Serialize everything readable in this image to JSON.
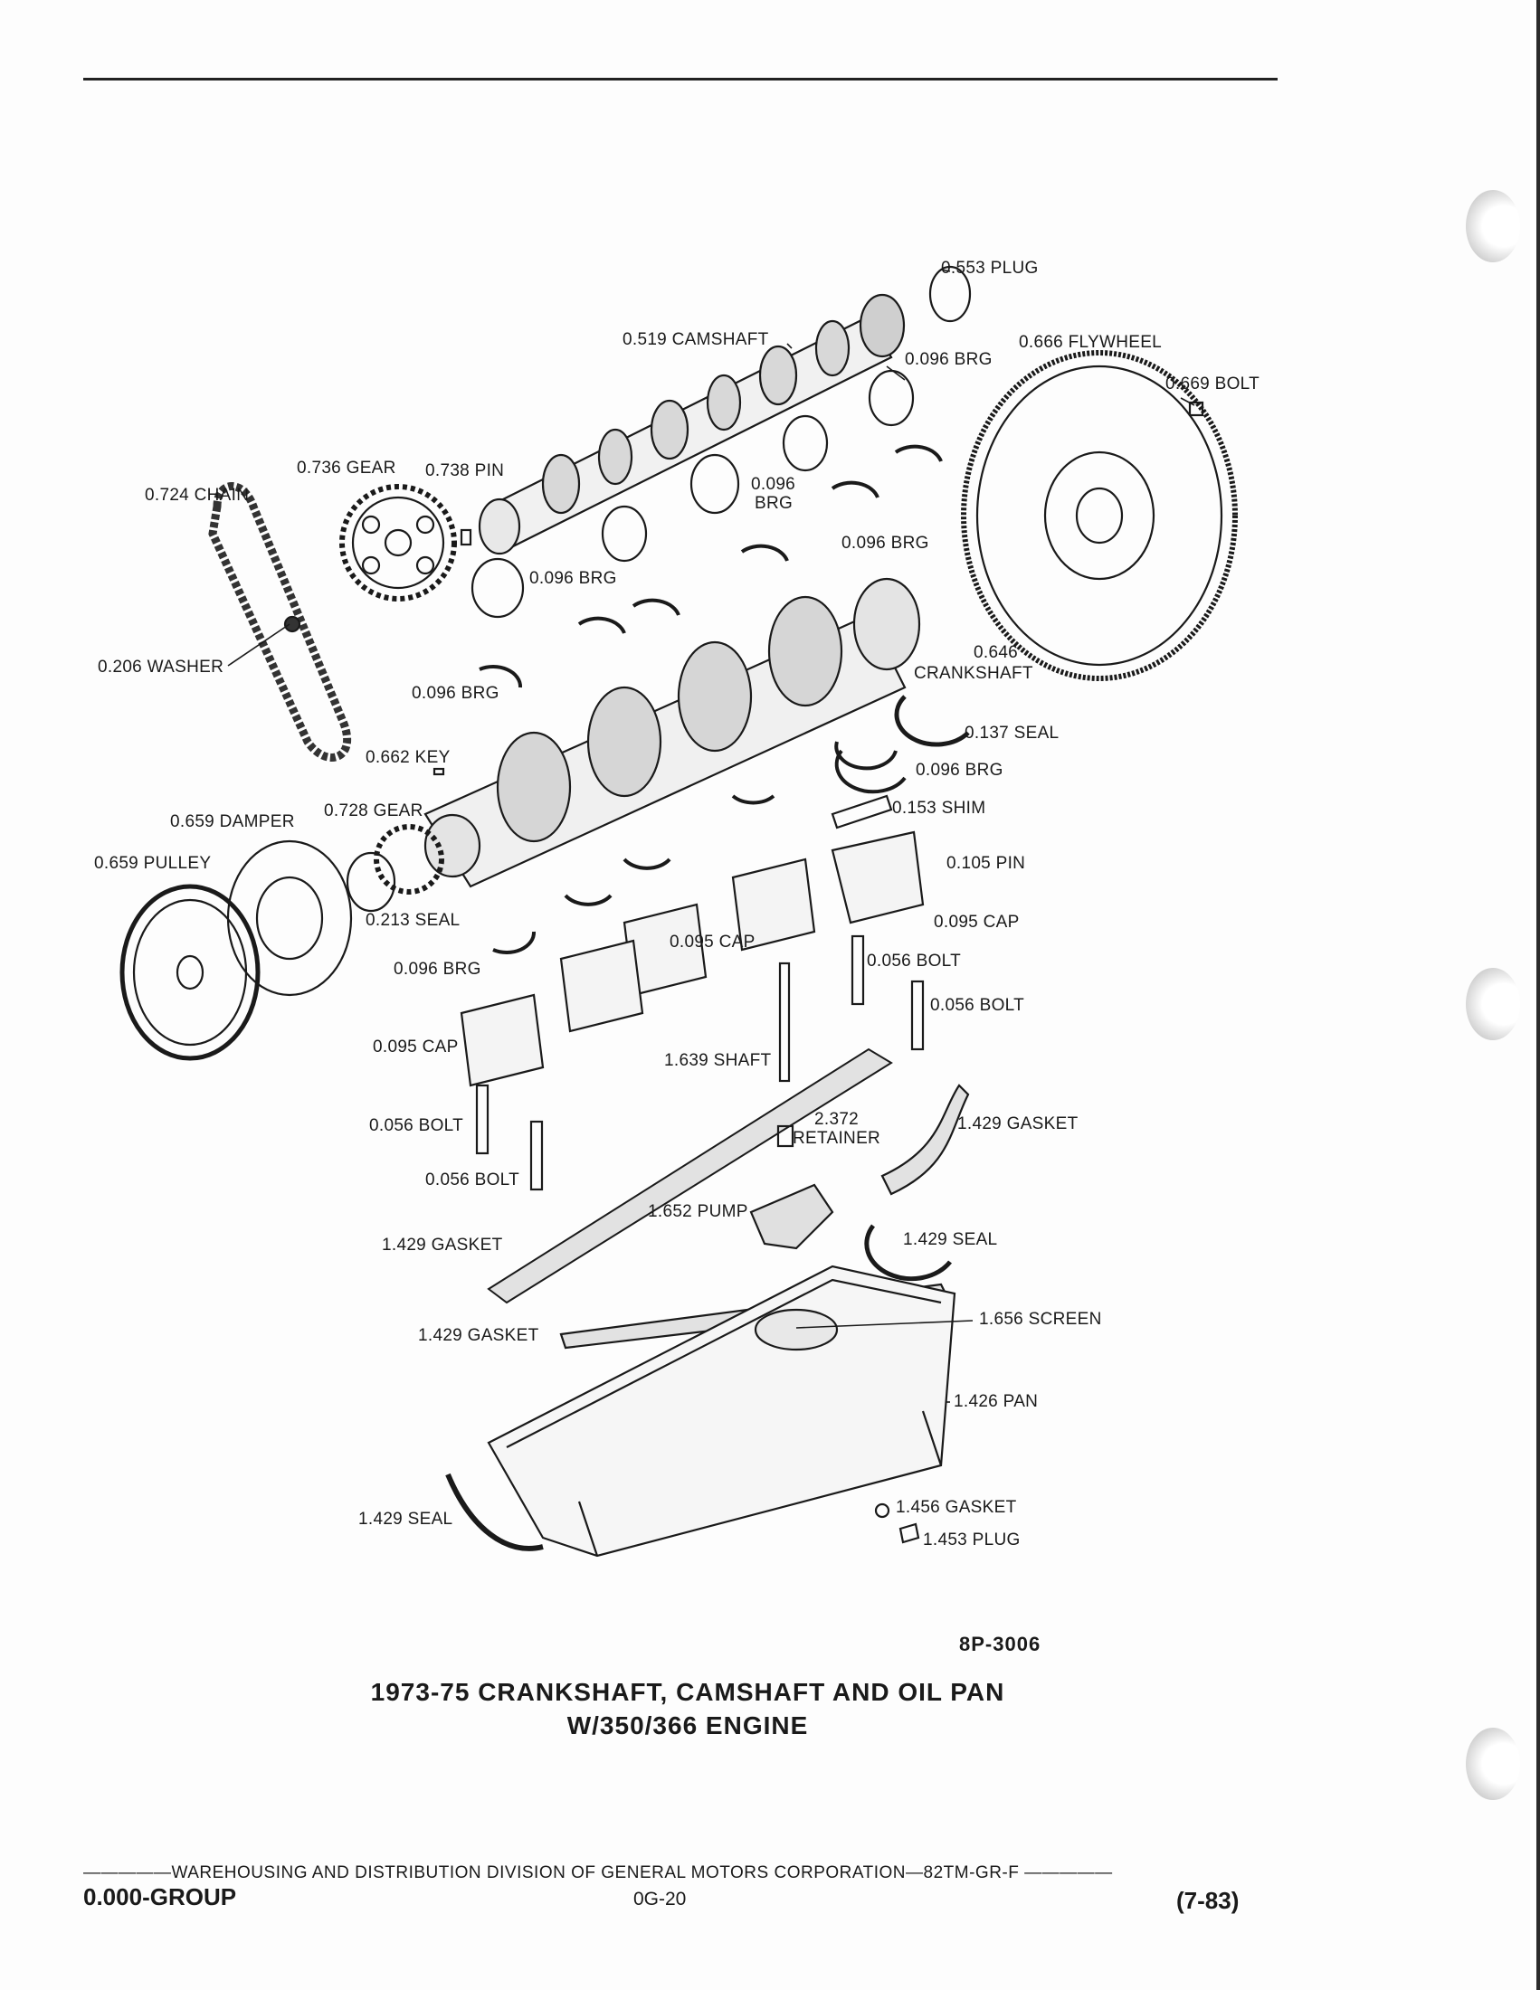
{
  "callouts": {
    "plug_0553": "0.553 PLUG",
    "camshaft": "0.519 CAMSHAFT",
    "flywheel": "0.666 FLYWHEEL",
    "brg_top": "0.096 BRG",
    "bolt_0669": "0.669 BOLT",
    "gear_0736": "0.736 GEAR",
    "pin_0738": "0.738 PIN",
    "chain": "0.724 CHAIN",
    "brg_mid_a": "0.096",
    "brg_mid_b": "BRG",
    "brg_right": "0.096 BRG",
    "brg_left_upper": "0.096 BRG",
    "washer": "0.206 WASHER",
    "crank_num": "0.646",
    "crank_name": "CRANKSHAFT",
    "brg_left": "0.096 BRG",
    "seal_0137": "0.137 SEAL",
    "key": "0.662 KEY",
    "brg_lower_right": "0.096 BRG",
    "damper": "0.659 DAMPER",
    "gear_0728": "0.728 GEAR",
    "shim": "0.153 SHIM",
    "pulley": "0.659 PULLEY",
    "pin_0105": "0.105 PIN",
    "seal_0213": "0.213 SEAL",
    "cap_mid": "0.095 CAP",
    "cap_right": "0.095 CAP",
    "brg_bottom": "0.096 BRG",
    "bolt_r1": "0.056 BOLT",
    "bolt_r2": "0.056 BOLT",
    "cap_left": "0.095 CAP",
    "shaft": "1.639 SHAFT",
    "retainer_num": "2.372",
    "retainer_name": "RETAINER",
    "gasket_right": "1.429 GASKET",
    "bolt_l1": "0.056 BOLT",
    "bolt_l2": "0.056 BOLT",
    "pump": "1.652 PUMP",
    "gasket_left": "1.429 GASKET",
    "seal_1429_right": "1.429 SEAL",
    "gasket_lower": "1.429 GASKET",
    "screen": "1.656 SCREEN",
    "pan": "1.426 PAN",
    "gasket_1456": "1.456 GASKET",
    "seal_1429_left": "1.429 SEAL",
    "plug_1453": "1.453 PLUG"
  },
  "figure_id": "8P-3006",
  "title_line1": "1973-75 CRANKSHAFT, CAMSHAFT AND OIL PAN",
  "title_line2": "W/350/366 ENGINE",
  "footer": {
    "line": "—————WAREHOUSING AND DISTRIBUTION  DIVISION OF GENERAL MOTORS CORPORATION—82TM-GR-F  —————",
    "group": "0.000-GROUP",
    "page": "0G-20",
    "date": "(7-83)"
  }
}
